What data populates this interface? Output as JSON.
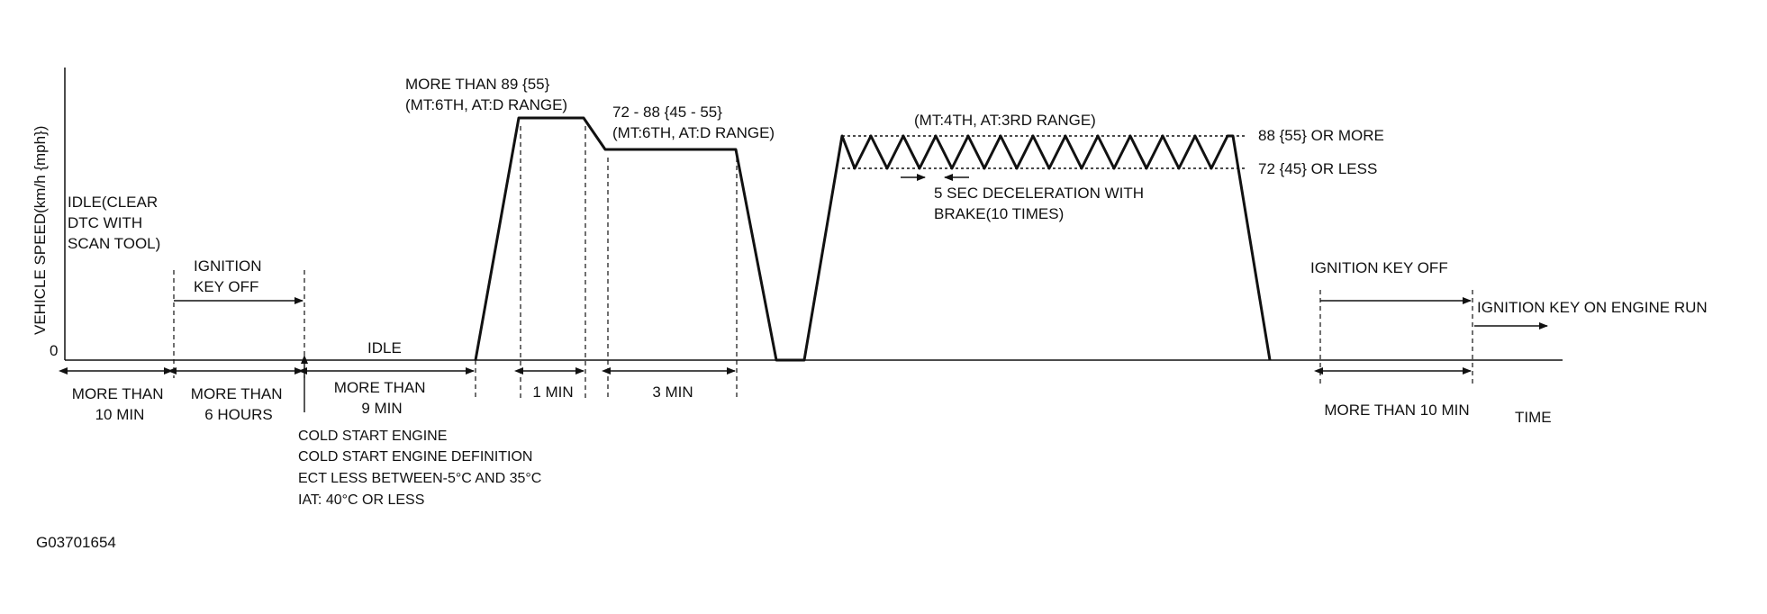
{
  "axes": {
    "y_label": "VEHICLE SPEED(km/h {mph})",
    "y_zero": "0",
    "x_label": "TIME"
  },
  "speed_marks": {
    "upper": "88 {55} OR MORE",
    "lower": "72 {45} OR LESS"
  },
  "phases": {
    "idle_clear": [
      "IDLE(CLEAR",
      "DTC WITH",
      "SCAN TOOL)"
    ],
    "ignition_off_1": [
      "IGNITION",
      "KEY OFF"
    ],
    "idle": "IDLE",
    "high_speed": [
      "MORE THAN 89 {55}",
      "(MT:6TH, AT:D RANGE)"
    ],
    "mid_speed": [
      "72 - 88 {45 - 55}",
      "(MT:6TH, AT:D RANGE)"
    ],
    "oscillation": "(MT:4TH, AT:3RD RANGE)",
    "deceleration": [
      "5 SEC DECELERATION WITH",
      "BRAKE(10 TIMES)"
    ],
    "ignition_off_2": "IGNITION KEY OFF",
    "ignition_on": "IGNITION KEY ON ENGINE RUN"
  },
  "durations": {
    "d1": [
      "MORE THAN",
      "10 MIN"
    ],
    "d2": [
      "MORE THAN",
      "6 HOURS"
    ],
    "d3": [
      "MORE THAN",
      "9 MIN"
    ],
    "d4": "1 MIN",
    "d5": "3 MIN",
    "d6": "MORE THAN 10 MIN"
  },
  "cold_start_notes": [
    "COLD START ENGINE",
    "COLD START ENGINE DEFINITION",
    "ECT LESS BETWEEN-5°C AND 35°C",
    "IAT: 40°C OR LESS"
  ],
  "figure_id": "G03701654"
}
